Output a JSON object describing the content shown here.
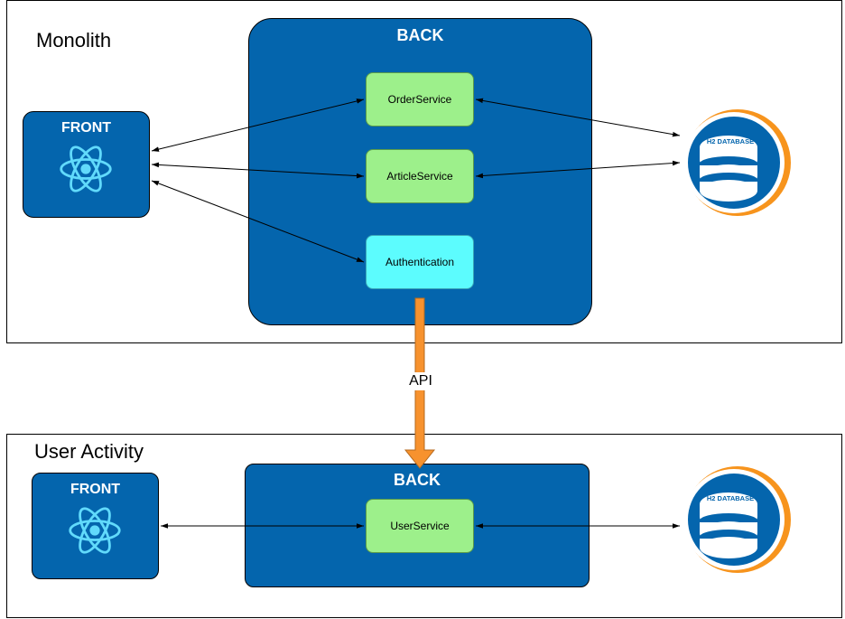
{
  "monolith": {
    "title": "Monolith",
    "front": {
      "label": "FRONT",
      "icon": "react-atom-icon"
    },
    "back": {
      "label": "BACK",
      "services": [
        {
          "label": "OrderService"
        },
        {
          "label": "ArticleService"
        },
        {
          "label": "Authentication"
        }
      ]
    },
    "database": {
      "label": "H2 DATABASE",
      "icon": "h2-database-icon"
    }
  },
  "api": {
    "label": "API"
  },
  "user_activity": {
    "title": "User Activity",
    "front": {
      "label": "FRONT",
      "icon": "react-atom-icon"
    },
    "back": {
      "label": "BACK",
      "services": [
        {
          "label": "UserService"
        }
      ]
    },
    "database": {
      "label": "H2 DATABASE",
      "icon": "h2-database-icon"
    }
  },
  "colors": {
    "back_fill": "#0465ad",
    "service_fill": "#9df08b",
    "auth_fill": "#5cfcfe",
    "api_arrow": "#f7922e",
    "react_icon": "#61dafb",
    "db_ring": "#f7941d"
  }
}
